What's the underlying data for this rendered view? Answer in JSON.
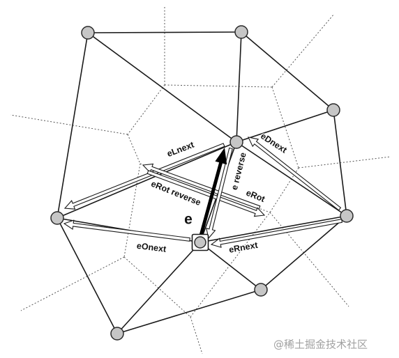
{
  "labels": {
    "e": "e",
    "e_reverse": "e reverse",
    "eLnext": "eLnext",
    "eDnext": "eDnext",
    "eRot_reverse": "eRot reverse",
    "eRot": "eRot",
    "eOnext": "eOnext",
    "eRnext": "eRnext"
  },
  "watermark": "@稀土掘金技术社区",
  "colors": {
    "node_fill": "#c6c6c6",
    "edge_line": "#1a1a1a",
    "dotted_line": "#555555",
    "watermark": "#a0a0a0"
  }
}
